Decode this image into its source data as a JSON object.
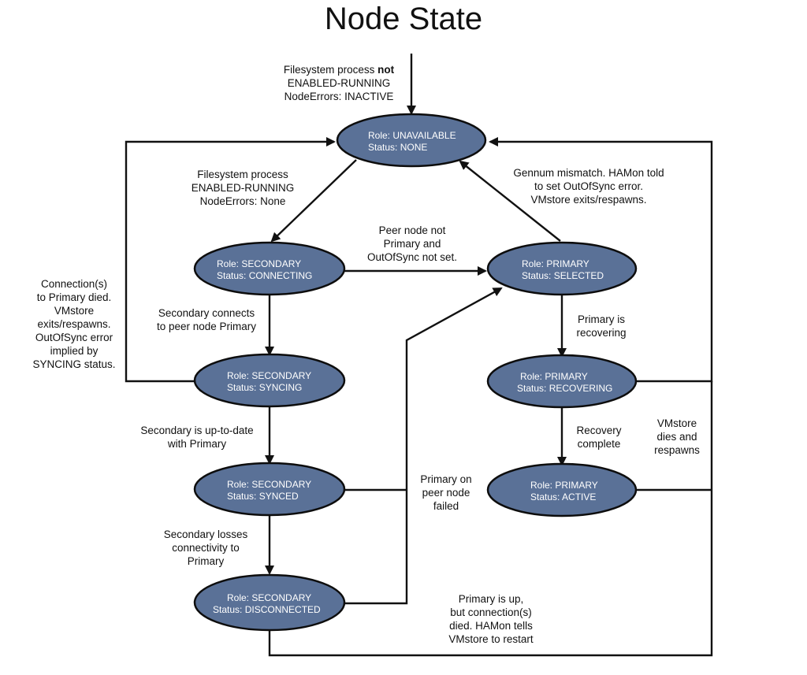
{
  "title": "Node State",
  "nodes": {
    "unavailable": {
      "role": "Role: UNAVAILABLE",
      "status": "Status: NONE"
    },
    "sec_connecting": {
      "role": "Role: SECONDARY",
      "status": "Status: CONNECTING"
    },
    "sec_syncing": {
      "role": "Role: SECONDARY",
      "status": "Status: SYNCING"
    },
    "sec_synced": {
      "role": "Role: SECONDARY",
      "status": "Status: SYNCED"
    },
    "sec_disconnected": {
      "role": "Role: SECONDARY",
      "status": "Status: DISCONNECTED"
    },
    "pri_selected": {
      "role": "Role: PRIMARY",
      "status": "Status: SELECTED"
    },
    "pri_recovering": {
      "role": "Role: PRIMARY",
      "status": "Status: RECOVERING"
    },
    "pri_active": {
      "role": "Role: PRIMARY",
      "status": "Status: ACTIVE"
    }
  },
  "labels": {
    "entry": {
      "line1_pre": "Filesystem process ",
      "line1_bold": "not",
      "line2": "ENABLED-RUNNING",
      "line3": "NodeErrors: INACTIVE"
    },
    "fs_running": [
      "Filesystem process",
      "ENABLED-RUNNING",
      "NodeErrors: None"
    ],
    "gennum": [
      "Gennum mismatch.  HAMon told",
      "to set OutOfSync error.",
      "VMstore exits/respawns."
    ],
    "peer_not_primary": [
      "Peer node not",
      "Primary and",
      "OutOfSync not set."
    ],
    "connection_died": [
      "Connection(s)",
      "to Primary died.",
      "VMstore",
      "exits/respawns.",
      "OutOfSync error",
      "implied by",
      "SYNCING status."
    ],
    "secondary_connects": [
      "Secondary connects",
      "to peer node Primary"
    ],
    "primary_recovering": [
      "Primary is",
      "recovering"
    ],
    "up_to_date": [
      "Secondary is up-to-date",
      "with Primary"
    ],
    "recovery_complete": [
      "Recovery",
      "complete"
    ],
    "vmstore_dies": [
      "VMstore",
      "dies and",
      "respawns"
    ],
    "primary_failed": [
      "Primary on",
      "peer node",
      "failed"
    ],
    "loses_connectivity": [
      "Secondary losses",
      "connectivity to",
      "Primary"
    ],
    "primary_up": [
      "Primary is up,",
      "but connection(s)",
      "died.  HAMon tells",
      "VMstore to restart"
    ]
  }
}
